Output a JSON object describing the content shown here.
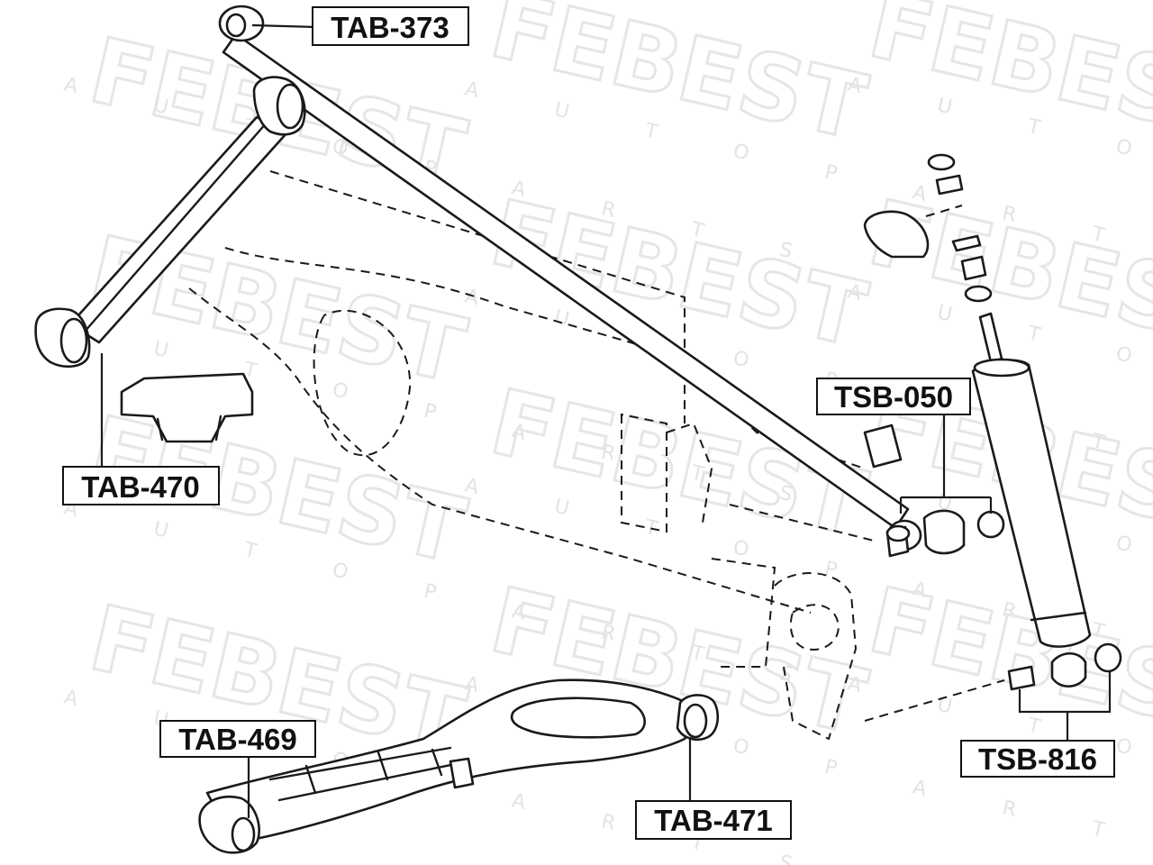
{
  "watermark": {
    "brand": "FEBEST",
    "tagline": "A U T O   P A R T S"
  },
  "labels": {
    "tab_373": "TAB-373",
    "tab_470": "TAB-470",
    "tsb_050": "TSB-050",
    "tab_469": "TAB-469",
    "tab_471": "TAB-471",
    "tsb_816": "TSB-816"
  }
}
